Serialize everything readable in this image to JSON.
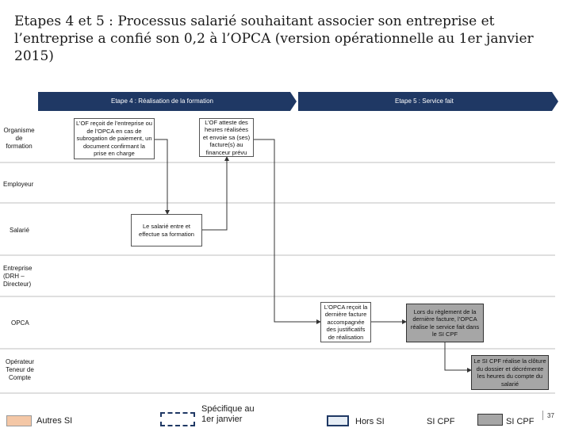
{
  "title": "Etapes 4 et 5 : Processus salarié souhaitant associer son entreprise et l’entreprise a confié son 0,2 à l’OPCA (version opérationnelle au 1er janvier 2015)",
  "phases": [
    {
      "label": "Etape 4 : Réalisation de la formation"
    },
    {
      "label": "Etape 5 : Service fait"
    }
  ],
  "lanes": [
    {
      "label": "Organisme de formation"
    },
    {
      "label": "Employeur"
    },
    {
      "label": "Salarié"
    },
    {
      "label": "Entreprise (DRH – Directeur)"
    },
    {
      "label": "OPCA"
    },
    {
      "label": "Opérateur Teneur de Compte"
    }
  ],
  "boxes": [
    {
      "text": "L’OF reçoit de l’entreprise ou de l’OPCA en cas de subrogation de paiement, un document confirmant la prise en charge"
    },
    {
      "text": "L’OF atteste des heures réalisées et envoie sa (ses) facture(s) au financeur prévu"
    },
    {
      "text": "Le salarié entre et effectue sa formation"
    },
    {
      "text": "L’OPCA reçoit la dernière facture accompagnée des justificatifs de réalisation"
    },
    {
      "text": "Lors du règlement de la dernière facture, l’OPCA réalise le service fait dans le SI CPF"
    },
    {
      "text": "Le SI CPF réalise la clôture du dossier et décrémente les heures du compte du salarié"
    }
  ],
  "legend": [
    {
      "label": "Autres SI",
      "color": "#f4c7a6"
    },
    {
      "label": "Spécifique au 1er janvier",
      "color": "#ffffff"
    },
    {
      "label": "Hors SI",
      "color": "#e6edf5"
    },
    {
      "label": "SI CPF",
      "color": "#ffffff"
    },
    {
      "label": "SI CPF",
      "color": "#a6a6a6"
    }
  ],
  "page_number": "37",
  "colors": {
    "phase": "#1f3864",
    "lane_line": "#bfbfbf",
    "arrow": "#333333"
  }
}
